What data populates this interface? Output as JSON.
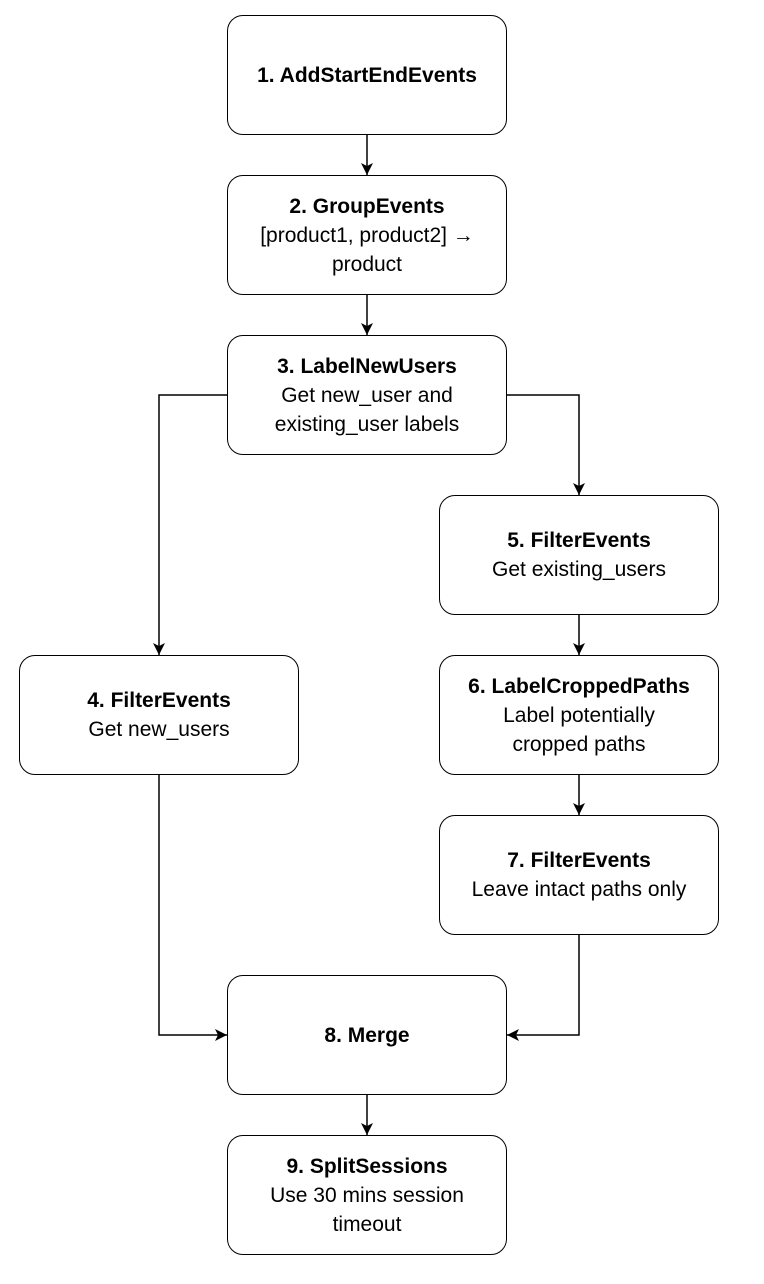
{
  "diagram": {
    "nodes": {
      "n1": {
        "title": "1. AddStartEndEvents",
        "desc_lines": []
      },
      "n2": {
        "title": "2. GroupEvents",
        "desc_lines": [
          "[product1, product2] →",
          "product"
        ]
      },
      "n3": {
        "title": "3. LabelNewUsers",
        "desc_lines": [
          "Get new_user and",
          "existing_user labels"
        ]
      },
      "n4": {
        "title": "4. FilterEvents",
        "desc_lines": [
          "Get new_users"
        ]
      },
      "n5": {
        "title": "5. FilterEvents",
        "desc_lines": [
          "Get existing_users"
        ]
      },
      "n6": {
        "title": "6. LabelCroppedPaths",
        "desc_lines": [
          "Label potentially",
          "cropped paths"
        ]
      },
      "n7": {
        "title": "7. FilterEvents",
        "desc_lines": [
          "Leave intact paths only"
        ]
      },
      "n8": {
        "title": "8. Merge",
        "desc_lines": []
      },
      "n9": {
        "title": "9. SplitSessions",
        "desc_lines": [
          "Use 30 mins session",
          "timeout"
        ]
      }
    },
    "edges": [
      {
        "from": "n1",
        "to": "n2"
      },
      {
        "from": "n2",
        "to": "n3"
      },
      {
        "from": "n3",
        "to": "n4"
      },
      {
        "from": "n3",
        "to": "n5"
      },
      {
        "from": "n5",
        "to": "n6"
      },
      {
        "from": "n6",
        "to": "n7"
      },
      {
        "from": "n4",
        "to": "n8"
      },
      {
        "from": "n7",
        "to": "n8"
      },
      {
        "from": "n8",
        "to": "n9"
      }
    ],
    "colors": {
      "stroke": "#000000",
      "background": "#ffffff",
      "text": "#000000"
    }
  }
}
